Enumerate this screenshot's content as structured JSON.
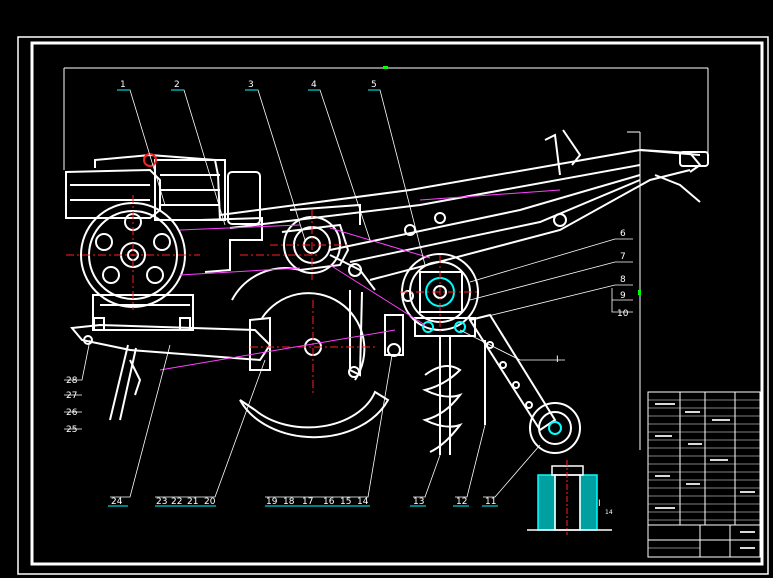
{
  "title": "",
  "part_labels": {
    "top": [
      "1",
      "2",
      "3",
      "4",
      "5"
    ],
    "right": [
      "6",
      "7",
      "8",
      "9",
      "10"
    ],
    "bottom": [
      "24",
      "23",
      "22",
      "21",
      "20",
      "19",
      "18",
      "17",
      "16",
      "15",
      "14",
      "13",
      "12",
      "11"
    ],
    "left": [
      "28",
      "27",
      "26",
      "25"
    ],
    "section_marker": "I",
    "detail_marker": "I",
    "detail_number": "14"
  },
  "colors": {
    "background": "#000000",
    "line": "#ffffff",
    "centerline": "#ff2020",
    "leader": "#ff40ff",
    "accent": "#00ffff",
    "green": "#00ff00",
    "hatch": "#00a0a0",
    "label": "#00ffff"
  }
}
